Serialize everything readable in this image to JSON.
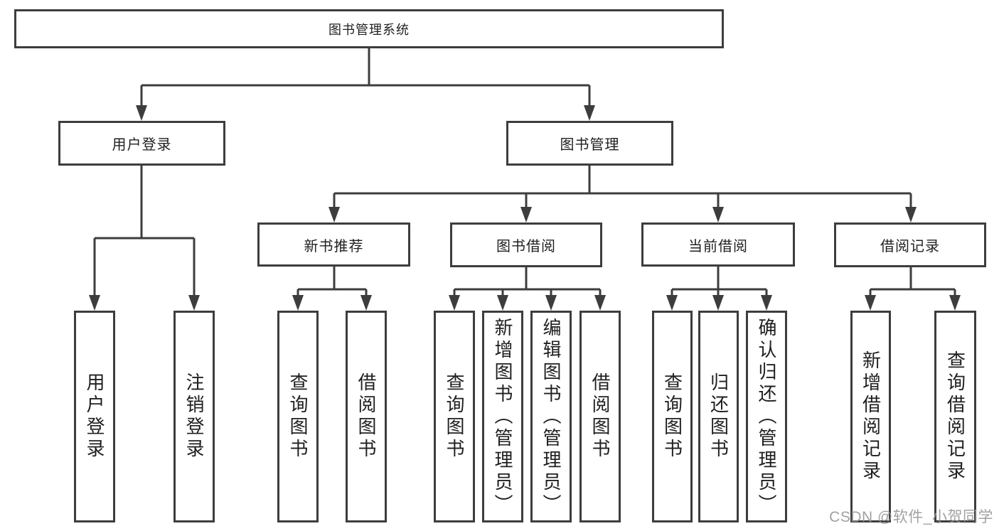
{
  "tree": {
    "label": "图书管理系统",
    "children": [
      {
        "label": "用户登录",
        "children": [
          {
            "label": "用户登录"
          },
          {
            "label": "注销登录"
          }
        ]
      },
      {
        "label": "图书管理",
        "children": [
          {
            "label": "新书推荐",
            "children": [
              {
                "label": "查询图书"
              },
              {
                "label": "借阅图书"
              }
            ]
          },
          {
            "label": "图书借阅",
            "children": [
              {
                "label": "查询图书"
              },
              {
                "label": "新增图书（管理员）"
              },
              {
                "label": "编辑图书（管理员）"
              },
              {
                "label": "借阅图书"
              }
            ]
          },
          {
            "label": "当前借阅",
            "children": [
              {
                "label": "查询图书"
              },
              {
                "label": "归还图书"
              },
              {
                "label": "确认归还（管理员）"
              }
            ]
          },
          {
            "label": "借阅记录",
            "children": [
              {
                "label": "新增借阅记录"
              },
              {
                "label": "查询借阅记录"
              }
            ]
          }
        ]
      }
    ]
  },
  "watermark": {
    "text": "CSDN @软件_小贺同学"
  },
  "colors": {
    "line": "#3d3d3d",
    "node_border": "#3d3d3d",
    "text": "#1f1f1f",
    "background": "#ffffff",
    "watermark": "#949494"
  }
}
